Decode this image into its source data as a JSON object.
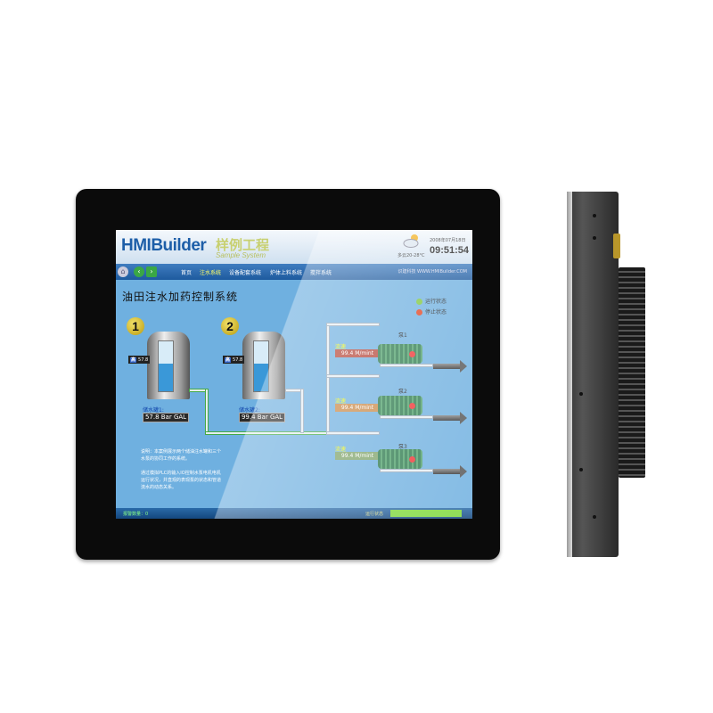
{
  "header": {
    "logo": "HMIBuilder",
    "logo_cn": "样例工程",
    "logo_en": "Sample System",
    "weather": "多云20-28°C",
    "date": "2008年07月18日",
    "time": "09:51:54"
  },
  "nav": {
    "items": [
      "首页",
      "注水系统",
      "设备配套系统",
      "炉体上料系统",
      "搅拌系统"
    ],
    "active_color": "#ffff66",
    "right_text": "识建科技 WWW.HMIBuilder.COM",
    "home_icon": "home-icon",
    "back_icon": "chevron-left-icon",
    "forward_icon": "chevron-right-icon"
  },
  "main": {
    "title": "油田注水加药控制系统",
    "legend": [
      {
        "label": "运行状态",
        "color": "#7cc63a"
      },
      {
        "label": "停止状态",
        "color": "#e0401e"
      }
    ],
    "tanks": [
      {
        "badge": "1",
        "tag": "高",
        "tag_value": "57.8",
        "label": "储水罐1:",
        "value": "57.8  Bar GAL",
        "level": 0.55
      },
      {
        "badge": "2",
        "tag": "高",
        "tag_value": "57.8",
        "label": "储水罐2:",
        "value": "99.4  Bar GAL",
        "level": 0.55
      }
    ],
    "pumps": [
      {
        "name": "泵1",
        "flow_label": "流速",
        "flow": "99.4  M/mint",
        "color": "#b5473a"
      },
      {
        "name": "泵2",
        "flow_label": "流速",
        "flow": "99.4  M/mint",
        "color": "#c98a4a"
      },
      {
        "name": "泵3",
        "flow_label": "流速",
        "flow": "99.4  M/mint",
        "color": "#7fa36a"
      }
    ],
    "description": [
      "说明：本案例展示两个储油注水罐和三个水泵的协同工作的系统。",
      "通过模拟PLC的输入IO控制水泵电机电机运行状况，并直观的表现泵的状态和管道流水的动态关系。"
    ]
  },
  "footer": {
    "alarm": "报警数量：0",
    "run_label": "运行状态",
    "run_progress": 1.0
  }
}
